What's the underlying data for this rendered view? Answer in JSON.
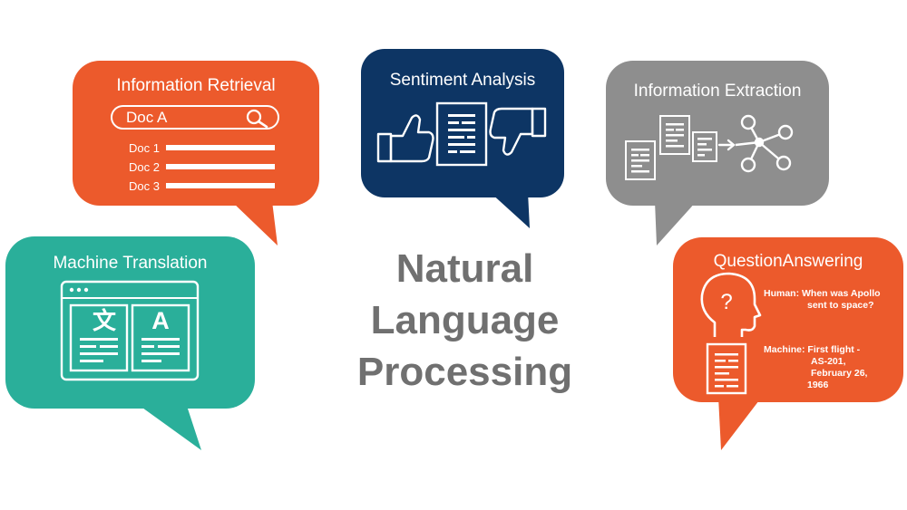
{
  "center_title": {
    "line1": "Natural",
    "line2": "Language",
    "line3": "Processing"
  },
  "bubbles": {
    "ir": {
      "title": "Information Retrieval",
      "search_text": "Doc A",
      "results": [
        "Doc 1",
        "Doc 2",
        "Doc 3"
      ],
      "color": "#ec5a2c",
      "search_icon": "search-icon"
    },
    "sa": {
      "title": "Sentiment Analysis",
      "color": "#0d3564",
      "icons": [
        "thumbs-up-icon",
        "document-icon",
        "thumbs-down-icon"
      ]
    },
    "ie": {
      "title": "Information Extraction",
      "color": "#8e8e8e",
      "icons": [
        "document-icon",
        "arrow-right-icon",
        "network-graph-icon"
      ]
    },
    "mt": {
      "title": "Machine Translation",
      "color": "#2aaf9a",
      "source_glyph": "文",
      "target_glyph": "A",
      "icons": [
        "browser-window-icon"
      ]
    },
    "qa": {
      "title": "QuestionAnswering",
      "color": "#ec5a2c",
      "question_mark": "?",
      "human_lines": [
        "Human: When was Apollo",
        "sent to space?"
      ],
      "machine_lines": [
        "Machine: First flight -",
        "AS-201,",
        "February 26,",
        "1966"
      ],
      "icons": [
        "human-head-icon",
        "document-icon"
      ]
    }
  }
}
